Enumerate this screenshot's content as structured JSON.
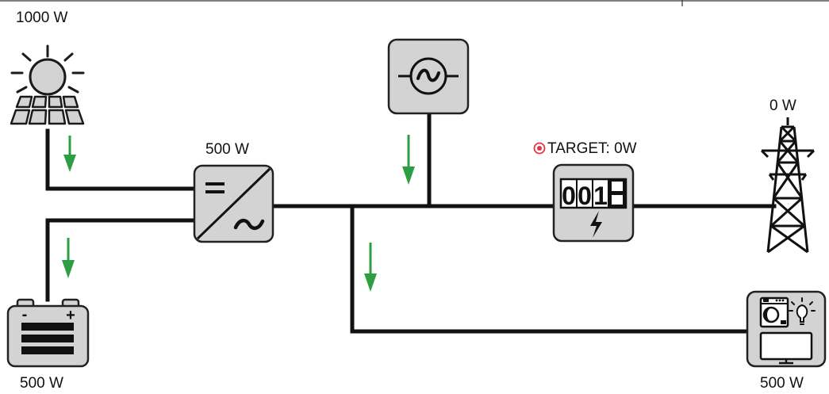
{
  "labels": {
    "solar_power": "1000 W",
    "inverter_power": "500 W",
    "battery_power": "500 W",
    "grid_power": "0 W",
    "consumer_power": "500 W",
    "target": "TARGET: 0W"
  },
  "meter": {
    "digits": [
      "0",
      "0",
      "1"
    ]
  },
  "battery": {
    "minus": "-",
    "plus": "+"
  },
  "colors": {
    "line": "#111111",
    "device_fill": "#d3d3d3",
    "device_stroke": "#222222",
    "arrow": "#2e9e44",
    "target_icon": "#e4364a"
  },
  "icons": {
    "solar": "solar-panel-icon",
    "battery": "battery-icon",
    "inverter": "dc-ac-inverter-icon",
    "generator": "ac-generator-icon",
    "meter": "energy-meter-icon",
    "grid": "power-pylon-icon",
    "consumer": "household-appliances-icon",
    "target": "target-icon"
  }
}
